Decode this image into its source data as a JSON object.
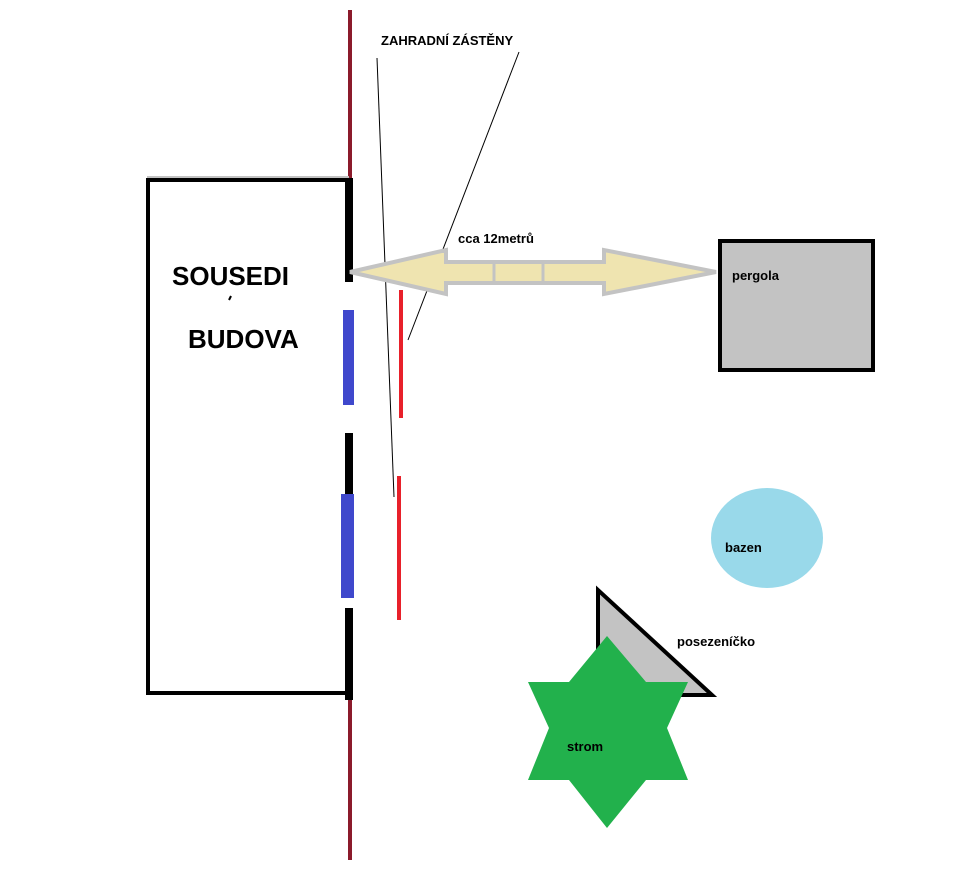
{
  "labels": {
    "neighbors": "SOUSEDI",
    "building": "BUDOVA",
    "screens": "ZAHRADNÍ ZÁSTĚNY",
    "distance": "cca 12metrů",
    "pergola": "pergola",
    "pool": "bazen",
    "seating": "posezeníčko",
    "tree": "strom"
  },
  "colors": {
    "boundary_line": "#8b1a2b",
    "screen": "#e8202a",
    "window": "#3f48cc",
    "arrow_fill": "#efe4b0",
    "arrow_stroke": "#c3c3c3",
    "pergola_fill": "#c3c3c3",
    "pool_fill": "#99d9ea",
    "tree_fill": "#22b14c",
    "seating_fill": "#c3c3c3"
  }
}
